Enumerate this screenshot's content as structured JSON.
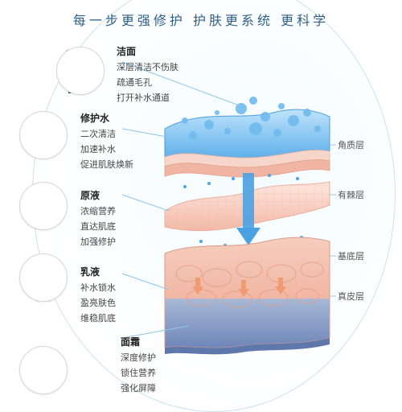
{
  "title": "每一步更强修护  护肤更系统  更科学",
  "steps": [
    {
      "name": "洁面",
      "lines": [
        "深层清洁不伤肤",
        "疏通毛孔",
        "打开补水通道"
      ],
      "icon": "cleanser-tube-icon"
    },
    {
      "name": "修护水",
      "lines": [
        "二次清洁",
        "加速补水",
        "促进肌肤焕新"
      ],
      "icon": "toner-bottle-icon"
    },
    {
      "name": "原液",
      "lines": [
        "浓缩营养",
        "直达肌底",
        "加强修护"
      ],
      "icon": "serum-dropper-bottle-icon"
    },
    {
      "name": "乳液",
      "lines": [
        "补水锁水",
        "盈亮肤色",
        "维稳肌底"
      ],
      "icon": "lotion-pump-bottle-icon"
    },
    {
      "name": "面霜",
      "lines": [
        "深度修护",
        "锁住营养",
        "强化屏障"
      ],
      "icon": "cream-jar-icon"
    }
  ],
  "layers": {
    "stratum_corneum": "角质层",
    "spinous": "有棘层",
    "basal": "基底层",
    "dermis": "真皮层"
  },
  "colors": {
    "accent_blue": "#5aaee8",
    "line_blue": "#8cc6ec",
    "skin_pink": "#f7c8b8",
    "arrow_orange": "#f29b72"
  }
}
